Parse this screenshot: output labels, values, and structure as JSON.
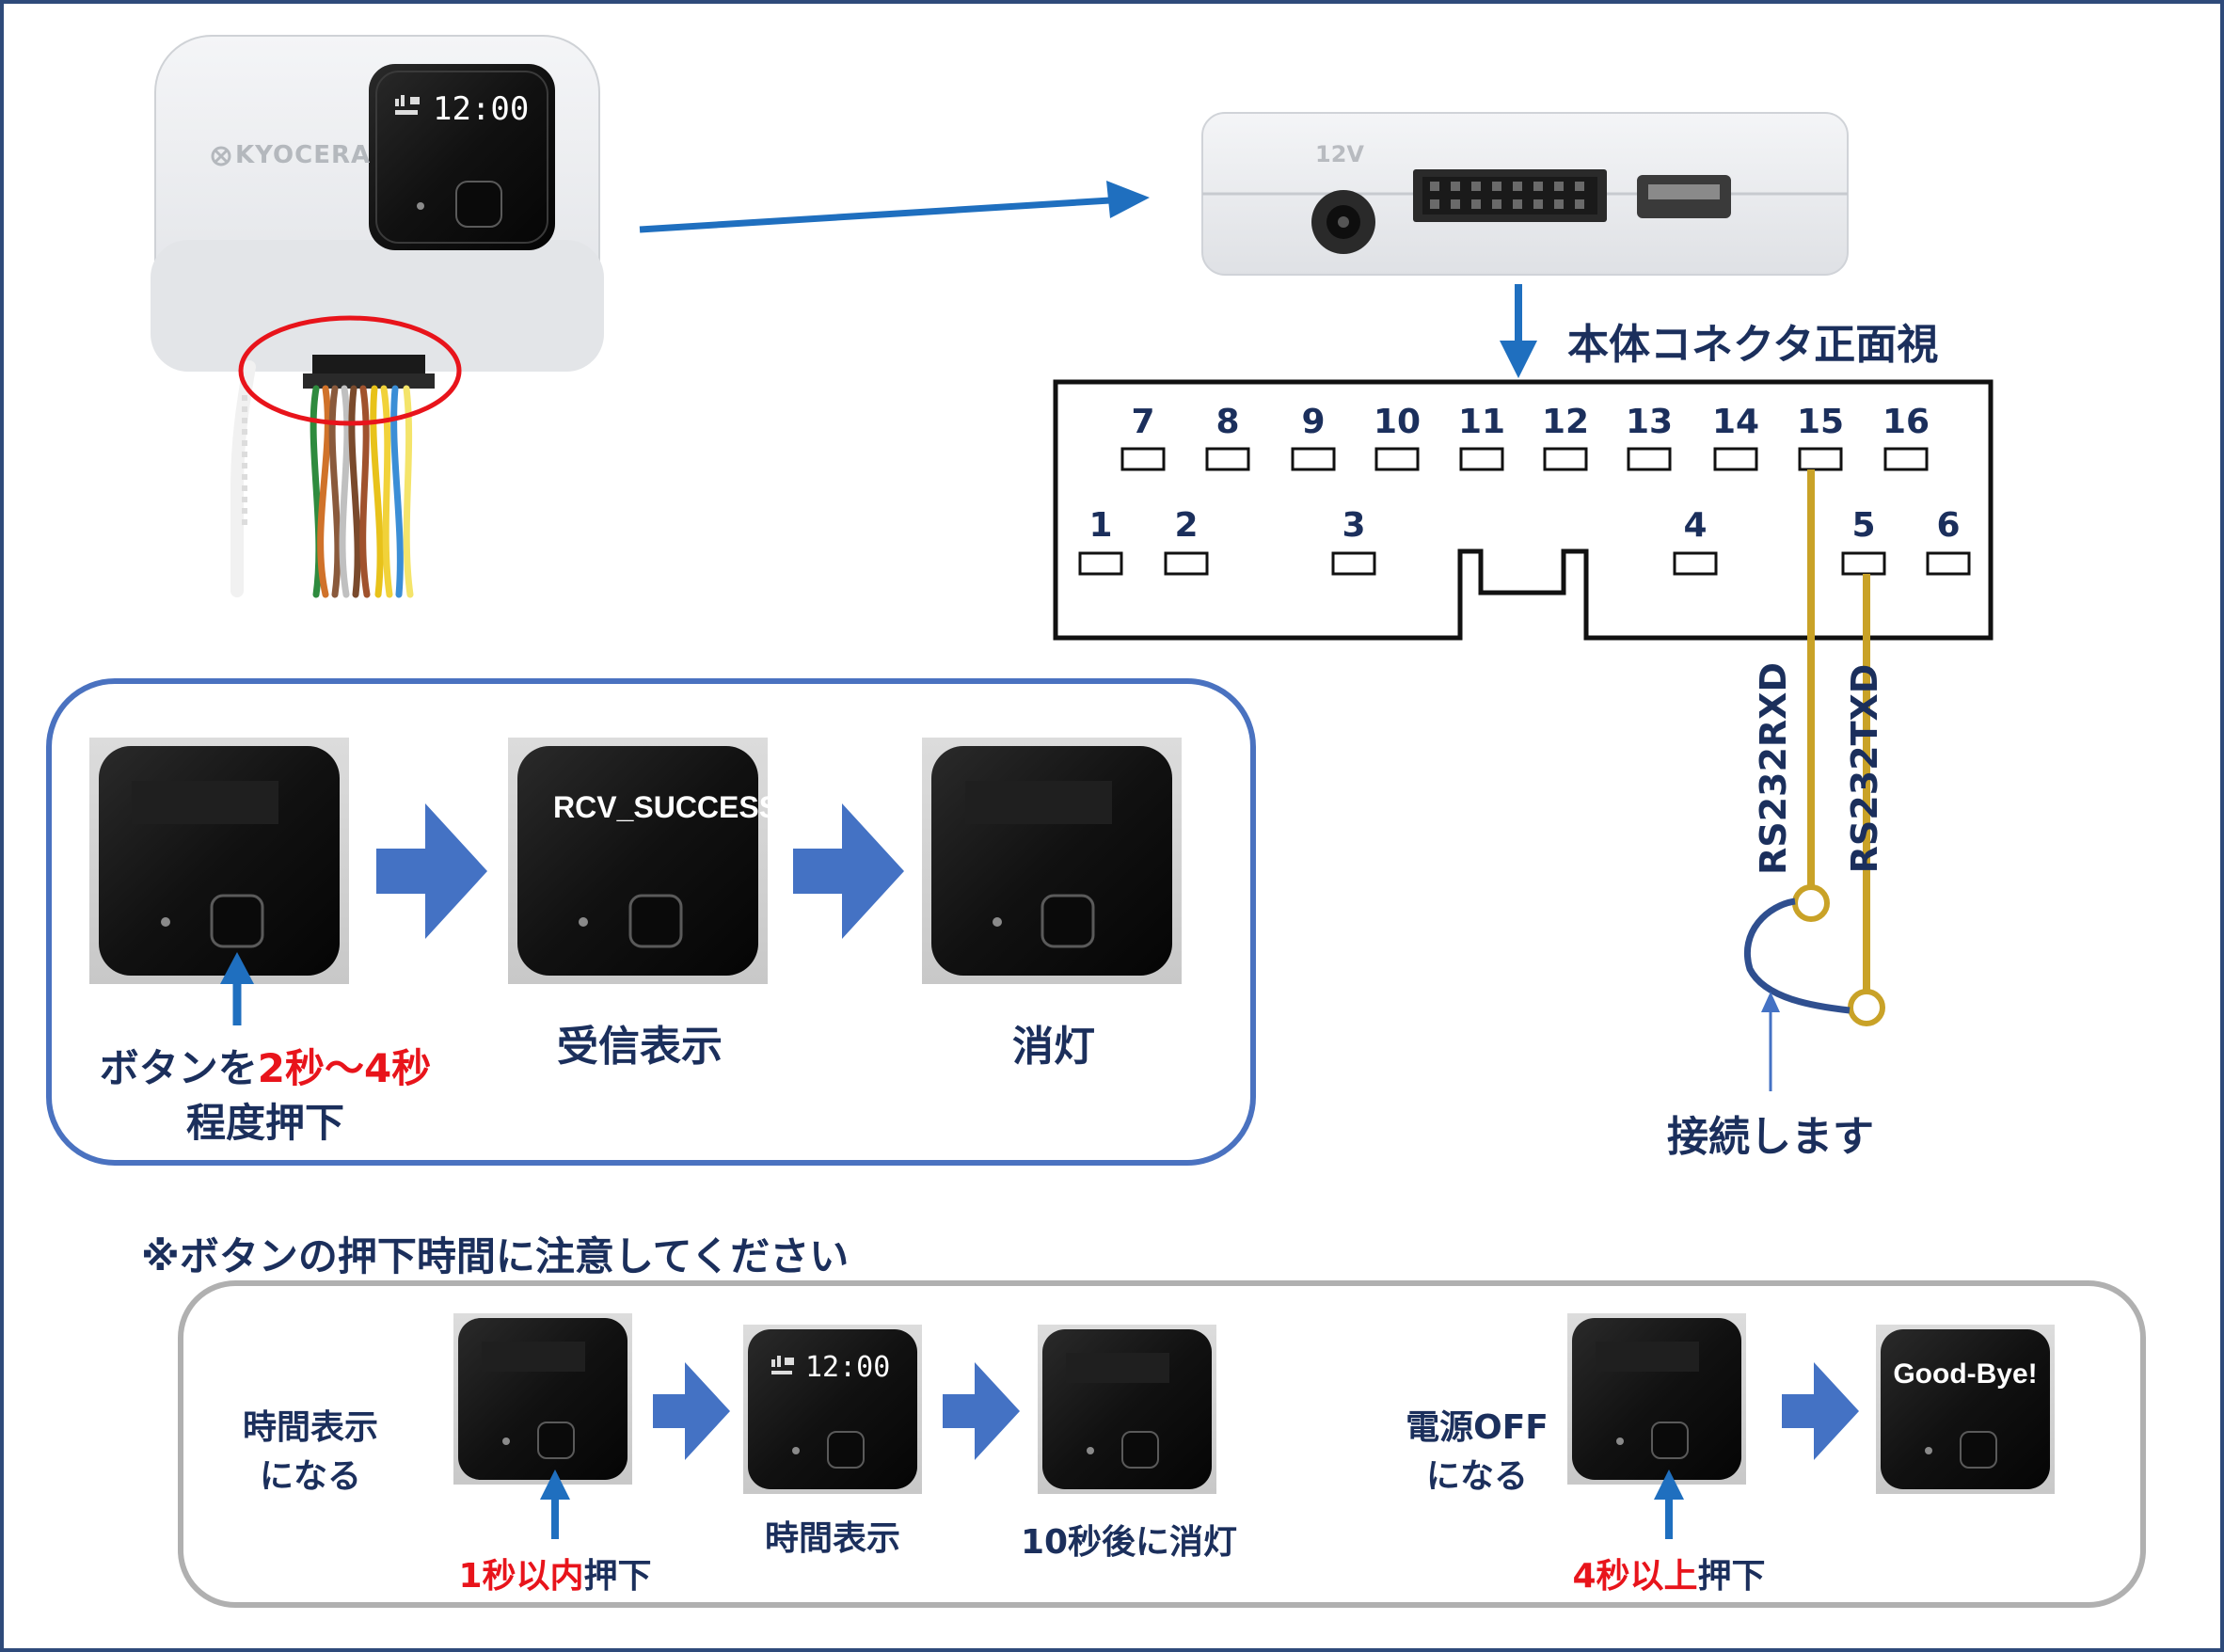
{
  "device": {
    "brand": "KYOCERA",
    "clock": "12:00",
    "power_label": "12V"
  },
  "connector": {
    "title": "本体コネクタ正面視",
    "pins_top": [
      "7",
      "8",
      "9",
      "10",
      "11",
      "12",
      "13",
      "14",
      "15",
      "16"
    ],
    "pins_bottom": [
      "1",
      "2",
      "3",
      "4",
      "5",
      "6"
    ],
    "wire_rx": "RS232RXD",
    "wire_tx": "RS232TXD",
    "connect_label": "接続します"
  },
  "procedure": {
    "press_prefix": "ボタンを",
    "press_duration": "2秒～4秒",
    "press_suffix": "程度押下",
    "screen_text": "RCV_SUCCESS",
    "receive_label": "受信表示",
    "off_label": "消灯"
  },
  "caution": {
    "note": "※ボタンの押下時間に注意してください",
    "time_line1": "時間表示",
    "time_line2": "になる",
    "short_press_red": "1秒以内",
    "short_press_rest": "押下",
    "clock_label": "時間表示",
    "auto_off_label": "10秒後に消灯",
    "power_line1": "電源OFF",
    "power_line2": "になる",
    "long_press_red": "4秒以上",
    "long_press_rest": "押下",
    "goodbye": "Good-Bye!"
  },
  "colors": {
    "navy": "#1b2f5c",
    "arrow_blue": "#4472c4",
    "pointer_blue": "#1f6fbf",
    "wire_gold": "#c9a227",
    "wire_blue": "#2f4f8f",
    "highlight_red": "#e8141b",
    "panel_border": "#4a72c0",
    "caution_border": "#b0b0b0"
  }
}
